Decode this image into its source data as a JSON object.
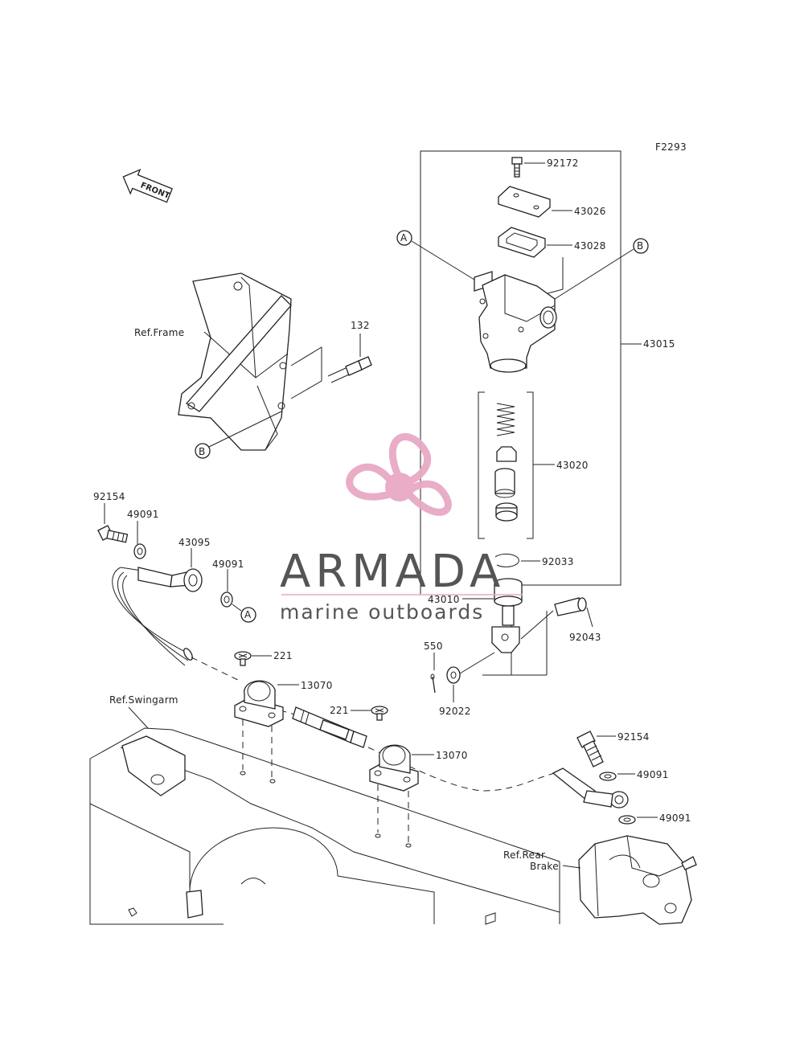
{
  "diagram_code": "F2293",
  "front_marker": "FRONT",
  "refs": {
    "frame": "Ref.Frame",
    "swingarm": "Ref.Swingarm",
    "rear_brake_line1": "Ref.Rear",
    "rear_brake_line2": "Brake"
  },
  "callouts": {
    "A": "A",
    "B": "B"
  },
  "parts": {
    "p92172": "92172",
    "p43026": "43026",
    "p43028": "43028",
    "p43015": "43015",
    "p43020": "43020",
    "p92033": "92033",
    "p43010": "43010",
    "p92043": "92043",
    "p550": "550",
    "p92022": "92022",
    "p132": "132",
    "p92154_left": "92154",
    "p49091_left1": "49091",
    "p43095": "43095",
    "p49091_left2": "49091",
    "p221_left": "221",
    "p13070_left": "13070",
    "p221_right": "221",
    "p13070_right": "13070",
    "p92154_right": "92154",
    "p49091_right1": "49091",
    "p49091_right2": "49091"
  },
  "watermark": {
    "title": "ARMADA",
    "subtitle": "marine outboards",
    "logo_color": "#e8a9c6",
    "text_color": "#555555"
  }
}
